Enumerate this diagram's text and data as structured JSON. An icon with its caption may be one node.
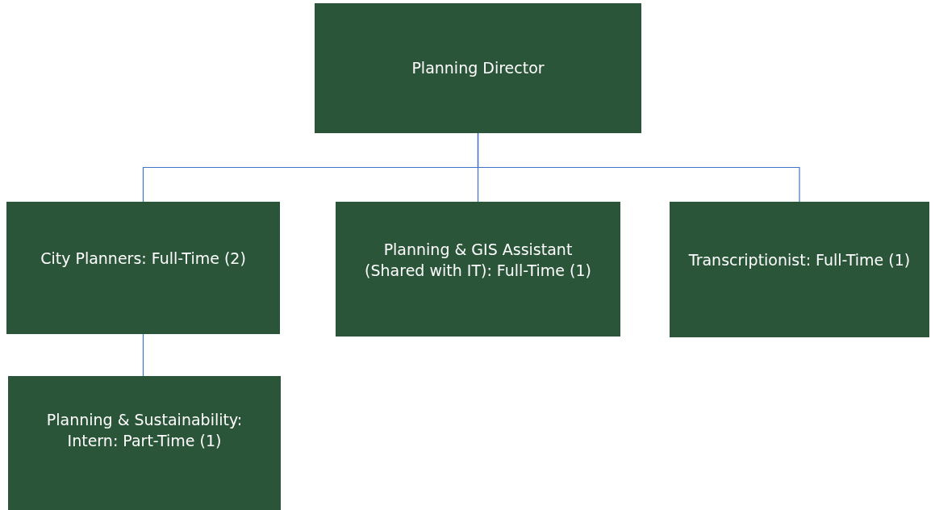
{
  "diagram": {
    "nodes": [
      {
        "text": [
          "Planning Director"
        ]
      },
      {
        "text": [
          "City Planners: Full-Time (2)"
        ]
      },
      {
        "text": [
          "Planning & GIS Assistant (Shared with IT): Full-Time (1)"
        ]
      },
      {
        "text": [
          "Transcriptionist: Full-Time (1)"
        ]
      },
      {
        "text": [
          "Planning & Sustainability: Intern: Part-Time (1)"
        ]
      }
    ],
    "edges": [
      {
        "from": 0,
        "to": 1,
        "arrow": "none"
      },
      {
        "from": 0,
        "to": 2,
        "arrow": "none"
      },
      {
        "from": 0,
        "to": 3,
        "arrow": "none"
      },
      {
        "from": 1,
        "to": 4,
        "arrow": "none"
      }
    ]
  }
}
